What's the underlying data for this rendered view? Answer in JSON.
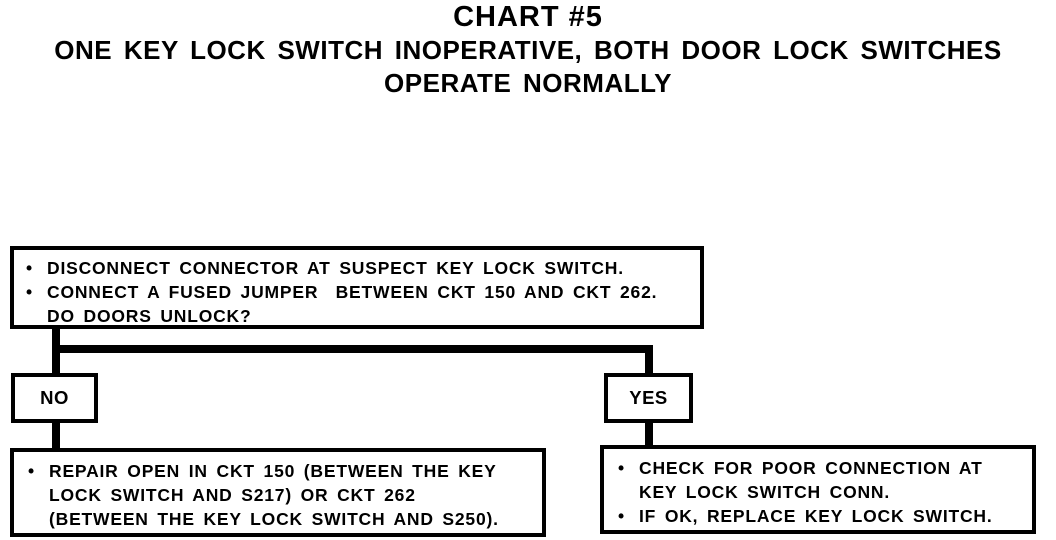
{
  "header": {
    "title": "CHART #5",
    "subtitle_line1": "ONE KEY LOCK SWITCH INOPERATIVE, BOTH DOOR LOCK SWITCHES",
    "subtitle_line2": "OPERATE NORMALLY"
  },
  "flowchart": {
    "decision_box": {
      "lines": [
        {
          "bullet": "•",
          "text": "DISCONNECT CONNECTOR AT SUSPECT KEY LOCK SWITCH."
        },
        {
          "bullet": "•",
          "text": "CONNECT A FUSED JUMPER  BETWEEN CKT 150 AND CKT 262."
        },
        {
          "bullet": "",
          "text": "DO DOORS UNLOCK?"
        }
      ]
    },
    "no_branch": {
      "label": "NO",
      "result_box": {
        "lines": [
          {
            "bullet": "•",
            "text": "REPAIR OPEN IN CKT 150 (BETWEEN THE KEY"
          },
          {
            "bullet": "",
            "text": "LOCK SWITCH AND S217) OR CKT 262"
          },
          {
            "bullet": "",
            "text": "(BETWEEN THE KEY LOCK SWITCH AND S250)."
          }
        ]
      }
    },
    "yes_branch": {
      "label": "YES",
      "result_box": {
        "lines": [
          {
            "bullet": "•",
            "text": "CHECK FOR POOR CONNECTION AT"
          },
          {
            "bullet": "",
            "text": "KEY LOCK SWITCH CONN."
          },
          {
            "bullet": "•",
            "text": "IF OK, REPLACE KEY LOCK SWITCH."
          }
        ]
      }
    },
    "colors": {
      "ink": "#000000",
      "paper": "#ffffff"
    }
  }
}
